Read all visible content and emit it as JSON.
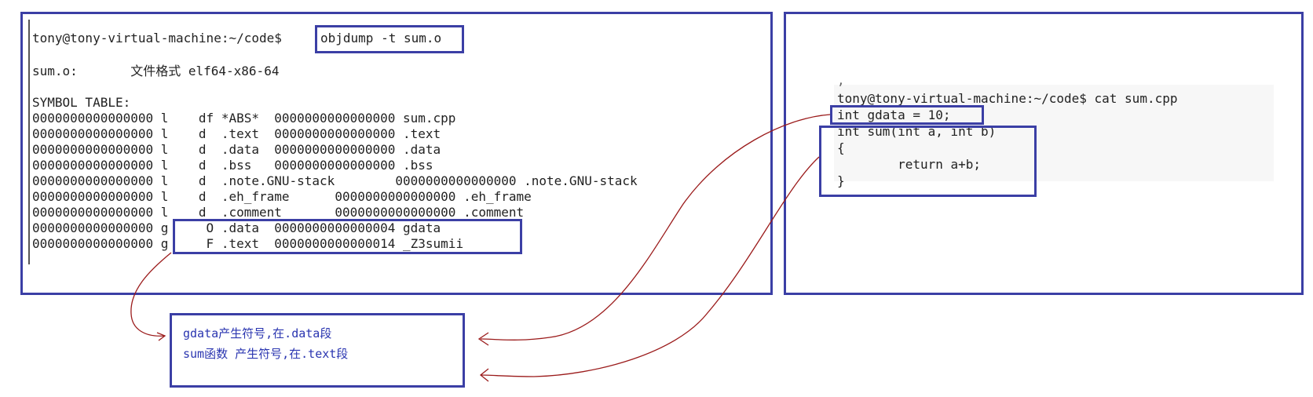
{
  "left_terminal": {
    "prompt": "tony@tony-virtual-machine:~/code$",
    "command": "objdump -t sum.o",
    "file_format_line": "sum.o:       文件格式 elf64-x86-64",
    "symbol_table_header": "SYMBOL TABLE:",
    "rows": [
      "0000000000000000 l    df *ABS*  0000000000000000 sum.cpp",
      "0000000000000000 l    d  .text  0000000000000000 .text",
      "0000000000000000 l    d  .data  0000000000000000 .data",
      "0000000000000000 l    d  .bss   0000000000000000 .bss",
      "0000000000000000 l    d  .note.GNU-stack        0000000000000000 .note.GNU-stack",
      "0000000000000000 l    d  .eh_frame      0000000000000000 .eh_frame",
      "0000000000000000 l    d  .comment       0000000000000000 .comment",
      "0000000000000000 g     O .data  0000000000000004 gdata",
      "0000000000000000 g     F .text  0000000000000014 _Z3sumii"
    ]
  },
  "right_terminal": {
    "top_fragment": ",",
    "prompt_line": "tony@tony-virtual-machine:~/code$ cat sum.cpp",
    "code": [
      "int gdata = 10;",
      "int sum(int a, int b)",
      "{",
      "        return a+b;",
      "}"
    ]
  },
  "note": {
    "line1": "gdata产生符号,在.data段",
    "line2": "sum函数 产生符号,在.text段"
  },
  "colors": {
    "box": "#3b3fa5",
    "arrow": "#9b1b1b",
    "note_text": "#2a35b0"
  }
}
